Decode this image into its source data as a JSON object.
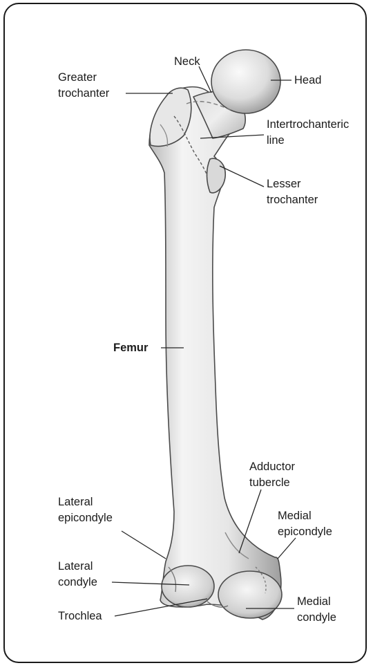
{
  "title": "",
  "labels": {
    "neck": "Neck",
    "head": "Head",
    "greater_trochanter": [
      "Greater",
      "trochanter"
    ],
    "intertrochanteric_line": [
      "Intertrochanteric",
      "line"
    ],
    "lesser_trochanter": [
      "Lesser",
      "trochanter"
    ],
    "femur": "Femur",
    "adductor_tubercle": [
      "Adductor",
      "tubercle"
    ],
    "lateral_epicondyle": [
      "Lateral",
      "epicondyle"
    ],
    "medial_epicondyle": [
      "Medial",
      "epicondyle"
    ],
    "lateral_condyle": [
      "Lateral",
      "condyle"
    ],
    "trochlea": "Trochlea",
    "medial_condyle": [
      "Medial",
      "condyle"
    ]
  },
  "colors": {
    "bone_light": "#f1f1f1",
    "bone_mid": "#d4d4d4",
    "bone_dark": "#8f8f8f",
    "outline": "#4a4a4a",
    "text": "#1b1b1b"
  }
}
